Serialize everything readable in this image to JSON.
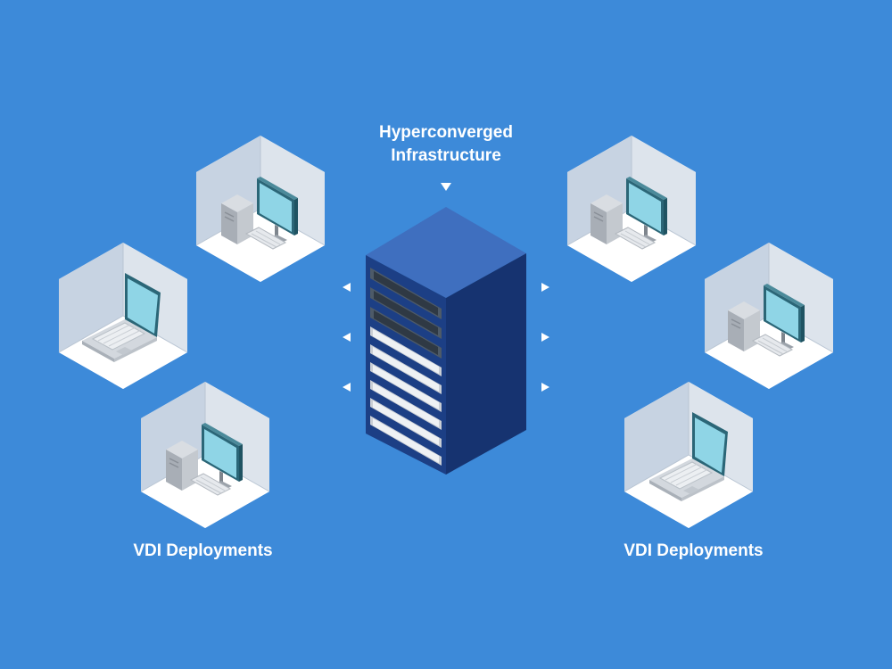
{
  "center": {
    "title_line1": "Hyperconverged",
    "title_line2": "Infrastructure",
    "icon": "server-rack"
  },
  "groups": [
    {
      "side": "left",
      "label": "VDI Deployments"
    },
    {
      "side": "right",
      "label": "VDI Deployments"
    }
  ],
  "colors": {
    "background": "#3d8ad9",
    "rack_front": "#1c3f85",
    "rack_side": "#163370",
    "rack_top": "#3f6fbf",
    "room_floor": "#ffffff",
    "room_wall": "#c9d3df",
    "screen": "#8fd5e6",
    "monitor_frame": "#2d6a7a",
    "arrow": "#ffffff"
  },
  "workstations": [
    {
      "side": "left",
      "type": "desktop"
    },
    {
      "side": "left",
      "type": "laptop"
    },
    {
      "side": "left",
      "type": "desktop"
    },
    {
      "side": "right",
      "type": "desktop"
    },
    {
      "side": "right",
      "type": "desktop"
    },
    {
      "side": "right",
      "type": "laptop"
    }
  ]
}
